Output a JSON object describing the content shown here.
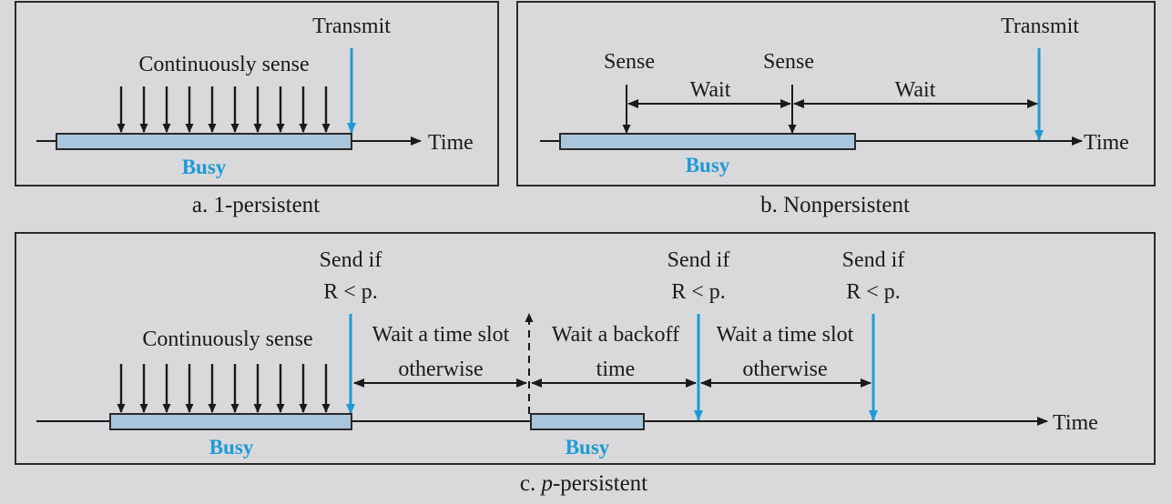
{
  "colors": {
    "background": "#d9d9db",
    "panel_border": "#2a2a2a",
    "busy_fill": "#a9c6dc",
    "busy_text": "#1f9ad6",
    "transmit_arrow": "#1f9ad6",
    "sense_arrow": "#1a1a1a"
  },
  "panel_a": {
    "transmit": "Transmit",
    "sense": "Continuously sense",
    "time": "Time",
    "busy": "Busy",
    "caption": "a. 1-persistent"
  },
  "panel_b": {
    "sense_1": "Sense",
    "sense_2": "Sense",
    "wait_1": "Wait",
    "wait_2": "Wait",
    "transmit": "Transmit",
    "time": "Time",
    "busy": "Busy",
    "caption": "b. Nonpersistent"
  },
  "panel_c": {
    "send_1_line1": "Send if",
    "send_1_line2": "R < p.",
    "send_2_line1": "Send if",
    "send_2_line2": "R < p.",
    "send_3_line1": "Send if",
    "send_3_line2": "R < p.",
    "sense": "Continuously sense",
    "wait_slot_1_line1": "Wait a time slot",
    "wait_slot_1_line2": "otherwise",
    "backoff_line1": "Wait a backoff",
    "backoff_line2": "time",
    "wait_slot_2_line1": "Wait a time slot",
    "wait_slot_2_line2": "otherwise",
    "time": "Time",
    "busy_1": "Busy",
    "busy_2": "Busy",
    "caption_prefix": "c. ",
    "caption_italic": "p",
    "caption_suffix": "-persistent"
  }
}
